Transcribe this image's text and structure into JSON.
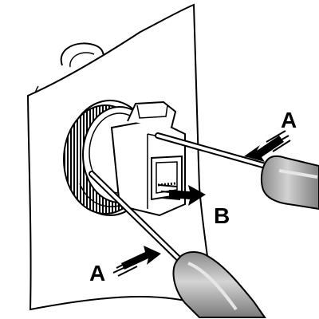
{
  "labels": {
    "a_top": "A",
    "a_bottom": "A",
    "b": "B"
  },
  "colors": {
    "outline": "#000000",
    "handle_fill": "#9a9a9a",
    "handle_highlight": "#d2d2d2",
    "panel_fill": "#ffffff",
    "arrow_fill": "#000000"
  }
}
